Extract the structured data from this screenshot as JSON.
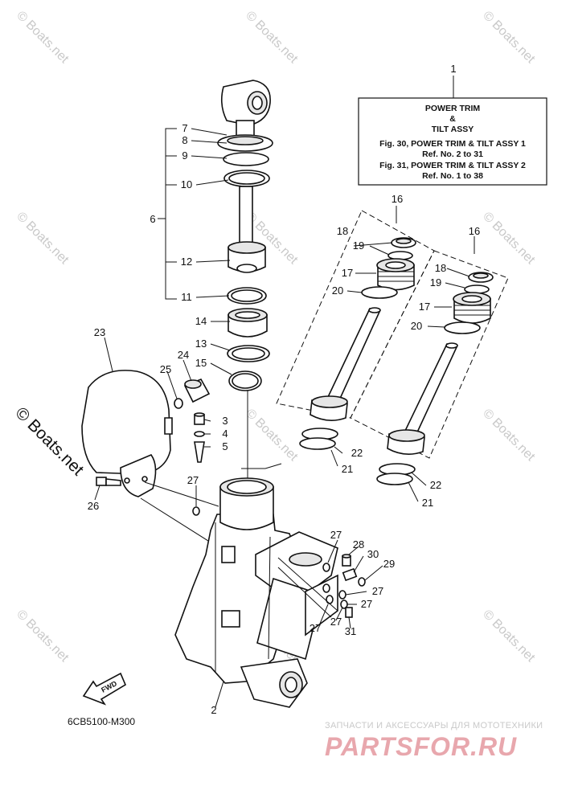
{
  "label_box": {
    "title": "POWER TRIM",
    "amp": "&",
    "subtitle": "TILT ASSY",
    "ref1": "Fig. 30, POWER TRIM & TILT ASSY 1",
    "ref1_sub": "Ref. No. 2 to 31",
    "ref2": "Fig. 31, POWER TRIM & TILT ASSY 2",
    "ref2_sub": "Ref. No. 1 to 38"
  },
  "callouts": {
    "c1": "1",
    "c2": "2",
    "c3": "3",
    "c4": "4",
    "c5": "5",
    "c6": "6",
    "c7": "7",
    "c8": "8",
    "c9": "9",
    "c10": "10",
    "c11": "11",
    "c12": "12",
    "c13": "13",
    "c14": "14",
    "c15": "15",
    "c16a": "16",
    "c16b": "16",
    "c17a": "17",
    "c17b": "17",
    "c18a": "18",
    "c18b": "18",
    "c19a": "19",
    "c19b": "19",
    "c20a": "20",
    "c20b": "20",
    "c21a": "21",
    "c21b": "21",
    "c22a": "22",
    "c22b": "22",
    "c23": "23",
    "c24": "24",
    "c25": "25",
    "c26": "26",
    "c27a": "27",
    "c27b": "27",
    "c27c": "27",
    "c27d": "27",
    "c27e": "27",
    "c27f": "27",
    "c28": "28",
    "c29": "29",
    "c30": "30",
    "c31": "31"
  },
  "fwd_label": "FWD",
  "diagram_code": "6CB5100-M300",
  "watermark": "© Boats.net",
  "brand": {
    "subtitle": "ЗАПЧАСТИ И АКСЕССУАРЫ ДЛЯ МОТОТЕХНИКИ",
    "name": "PARTSFOR.RU"
  }
}
